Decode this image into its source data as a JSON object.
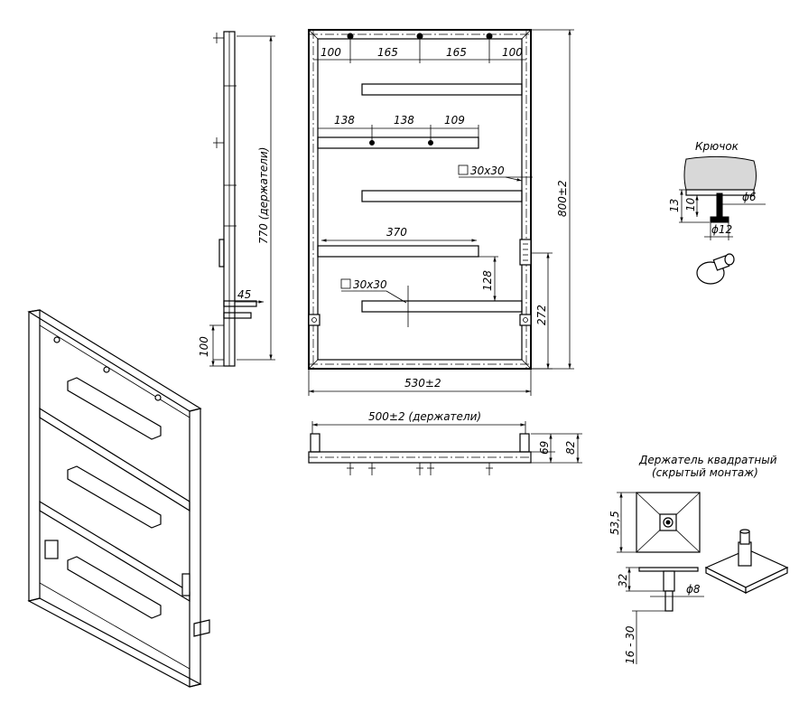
{
  "side_view": {
    "dim_height_holders": "770 (держатели)",
    "dim_offset": "45",
    "dim_bottom": "100"
  },
  "front_view": {
    "top_dims": [
      "100",
      "165",
      "165",
      "100"
    ],
    "bar2_dims": [
      "138",
      "138",
      "109"
    ],
    "profile_label_1": "30x30",
    "profile_label_2": "30x30",
    "dim_370": "370",
    "dim_128": "128",
    "dim_272": "272",
    "dim_height": "800±2",
    "dim_width": "530±2"
  },
  "top_view": {
    "dim_width_holders": "500±2 (держатели)",
    "dim_69": "69",
    "dim_82": "82"
  },
  "hook_detail": {
    "title": "Крючок",
    "dim_13": "13",
    "dim_10": "10",
    "dim_d6": "ϕ6",
    "dim_d12": "ϕ12"
  },
  "holder_detail": {
    "title_line1": "Держатель квадратный",
    "title_line2": "(скрытый монтаж)",
    "dim_53": "53,5",
    "dim_32": "32",
    "dim_d8": "ϕ8",
    "dim_range": "16 - 30"
  }
}
